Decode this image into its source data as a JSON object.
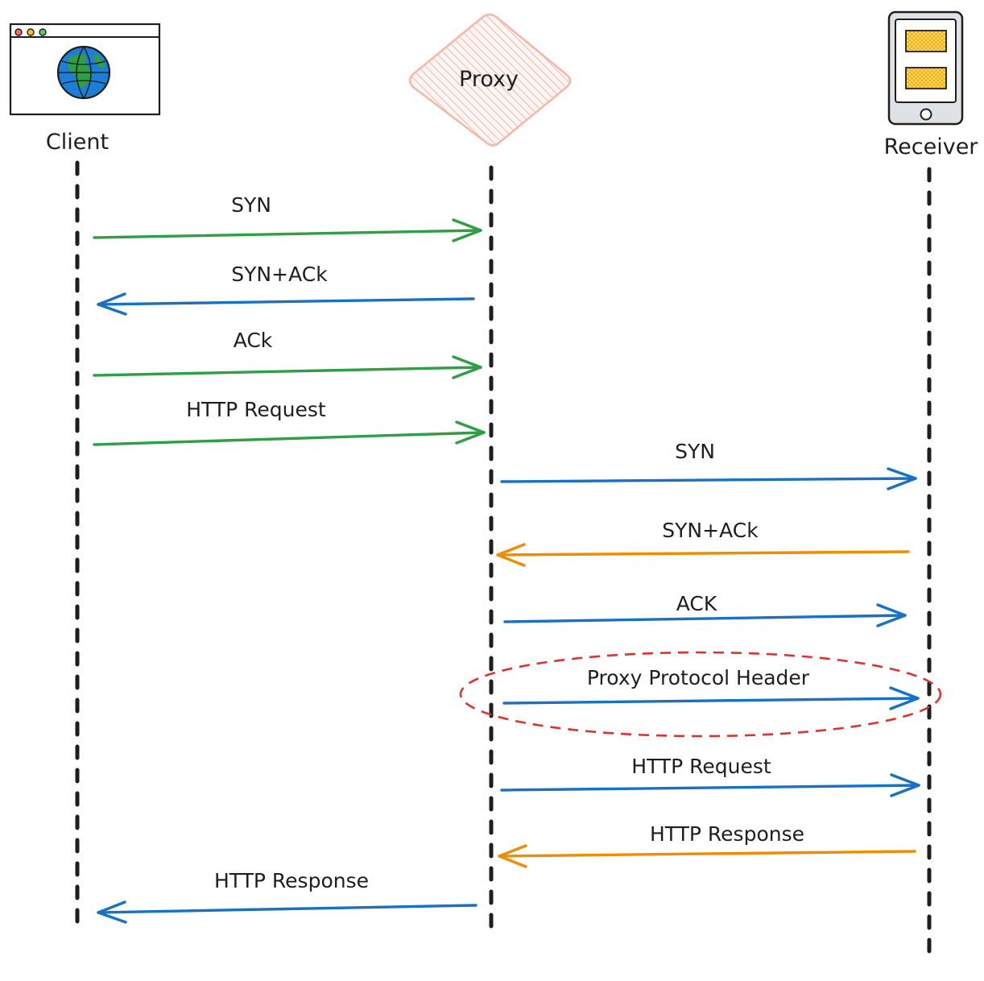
{
  "actors": [
    {
      "id": "client",
      "label": "Client"
    },
    {
      "id": "proxy",
      "label": "Proxy"
    },
    {
      "id": "receiver",
      "label": "Receiver"
    }
  ],
  "messages": [
    {
      "id": "m1",
      "label": "SYN",
      "from": "client",
      "to": "proxy",
      "color": "#2f9e44"
    },
    {
      "id": "m2",
      "label": "SYN+ACk",
      "from": "proxy",
      "to": "client",
      "color": "#1971c2"
    },
    {
      "id": "m3",
      "label": "ACk",
      "from": "client",
      "to": "proxy",
      "color": "#2f9e44"
    },
    {
      "id": "m4",
      "label": "HTTP Request",
      "from": "client",
      "to": "proxy",
      "color": "#2f9e44"
    },
    {
      "id": "m5",
      "label": "SYN",
      "from": "proxy",
      "to": "receiver",
      "color": "#1971c2"
    },
    {
      "id": "m6",
      "label": "SYN+ACk",
      "from": "receiver",
      "to": "proxy",
      "color": "#f08c00"
    },
    {
      "id": "m7",
      "label": "ACK",
      "from": "proxy",
      "to": "receiver",
      "color": "#1971c2"
    },
    {
      "id": "m8",
      "label": "Proxy Protocol Header",
      "from": "proxy",
      "to": "receiver",
      "color": "#1971c2",
      "highlighted": true
    },
    {
      "id": "m9",
      "label": "HTTP Request",
      "from": "proxy",
      "to": "receiver",
      "color": "#1971c2"
    },
    {
      "id": "m10",
      "label": "HTTP Response",
      "from": "receiver",
      "to": "proxy",
      "color": "#f08c00"
    },
    {
      "id": "m11",
      "label": "HTTP Response",
      "from": "proxy",
      "to": "client",
      "color": "#1971c2"
    }
  ],
  "colors": {
    "highlight": "#e03131",
    "proxy_fill": "#ffc9c9",
    "proxy_stroke": "#f4b7a8",
    "globe_ocean": "#1c7ed6",
    "globe_land": "#2f9e44",
    "screen_tile": "#ffd43b",
    "lifeline": "#1e1e1e"
  },
  "icons": {
    "client": "browser-globe-icon",
    "proxy": "diamond-icon",
    "receiver": "mobile-device-icon"
  }
}
